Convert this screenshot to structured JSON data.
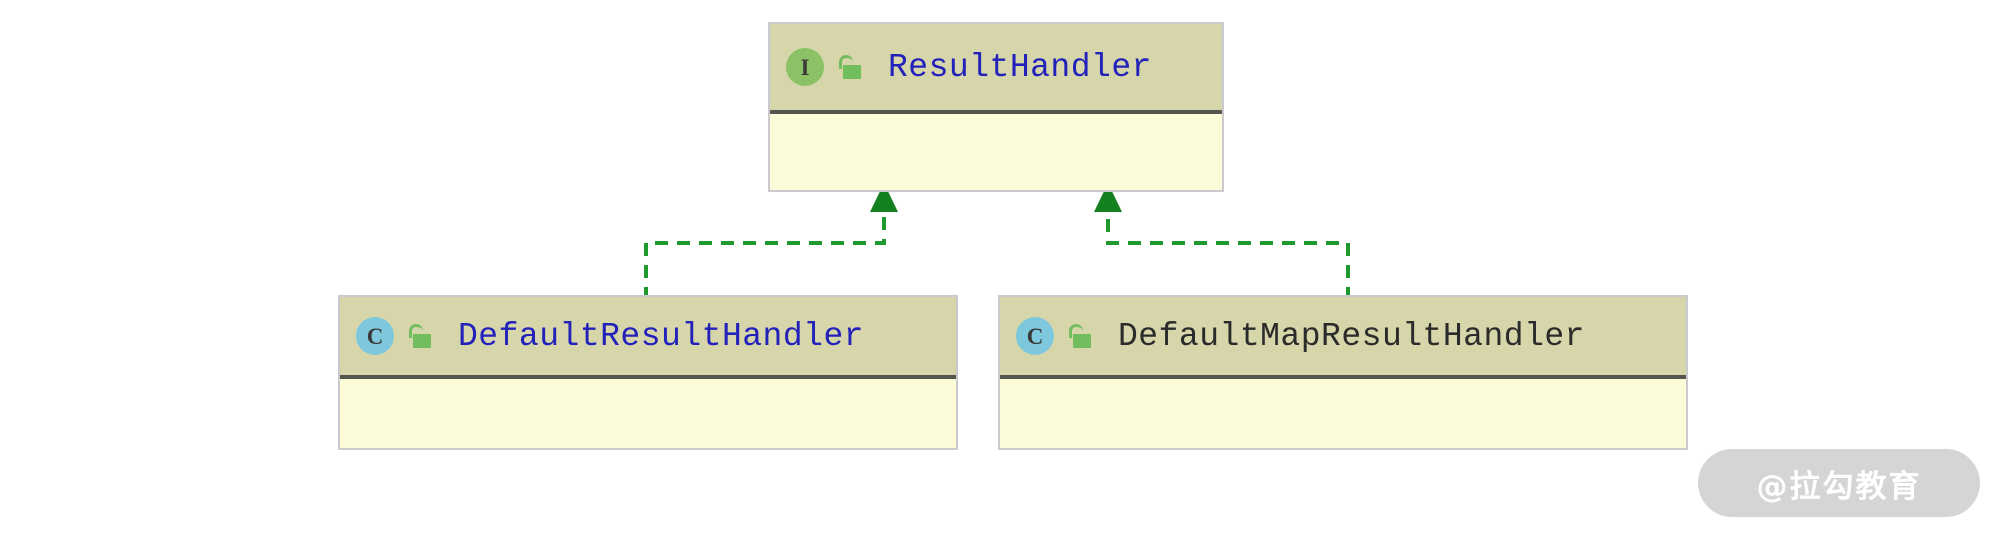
{
  "diagram": {
    "type": "uml-class-diagram",
    "background_color": "#ffffff",
    "relationship_kind": "realization",
    "relationship_line_color": "#1f9a2e"
  },
  "nodes": {
    "interface": {
      "name": "ResultHandler",
      "stereotype_letter": "I",
      "stereotype_kind": "interface",
      "badge_color": "#8cc265",
      "title_color": "#2222bb",
      "visibility_icon": "unlock-icon",
      "visibility": "public",
      "header_color": "#d6d6aa",
      "body_color": "#fbfbd8",
      "compartments_empty": true
    },
    "class_left": {
      "name": "DefaultResultHandler",
      "stereotype_letter": "C",
      "stereotype_kind": "class",
      "badge_color": "#7ec8dd",
      "title_color": "#2222bb",
      "visibility_icon": "unlock-icon",
      "visibility": "public",
      "header_color": "#d6d6aa",
      "body_color": "#fbfbd8",
      "compartments_empty": true
    },
    "class_right": {
      "name": "DefaultMapResultHandler",
      "stereotype_letter": "C",
      "stereotype_kind": "class",
      "badge_color": "#7ec8dd",
      "title_color": "#2b2b2b",
      "visibility_icon": "unlock-icon",
      "visibility": "public",
      "header_color": "#d6d6aa",
      "body_color": "#fbfbd8",
      "compartments_empty": true
    }
  },
  "edges": [
    {
      "from": "DefaultResultHandler",
      "to": "ResultHandler",
      "style": "dashed",
      "arrow": "closed-triangle"
    },
    {
      "from": "DefaultMapResultHandler",
      "to": "ResultHandler",
      "style": "dashed",
      "arrow": "closed-triangle"
    }
  ],
  "watermark": {
    "text": "@拉勾教育",
    "pill_color": "#d5d5d5",
    "text_color": "#ffffff"
  }
}
